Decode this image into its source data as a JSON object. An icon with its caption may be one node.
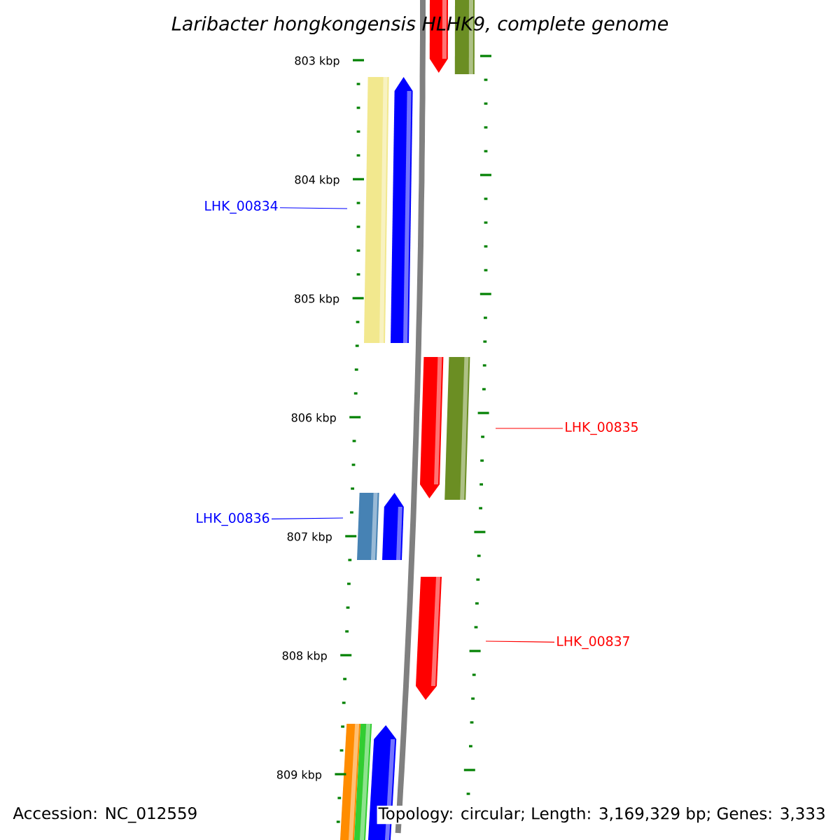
{
  "diagram": {
    "title": "Laribacter hongkongensis HLHK9, complete genome",
    "nodes": [
      {
        "text": [
          "LHK_00834"
        ]
      },
      {
        "text": [
          "LHK_00835"
        ]
      },
      {
        "text": [
          "LHK_00836"
        ]
      },
      {
        "text": [
          "LHK_00837"
        ]
      }
    ],
    "edges": [
      {
        "from": 0,
        "to": null,
        "arrow": "none",
        "color": "#0000ff"
      },
      {
        "from": 1,
        "to": null,
        "arrow": "none",
        "color": "#ff0000"
      },
      {
        "from": 2,
        "to": null,
        "arrow": "none",
        "color": "#0000ff"
      },
      {
        "from": 3,
        "to": null,
        "arrow": "none",
        "color": "#ff0000"
      }
    ],
    "labels": [
      "803 kbp",
      "804 kbp",
      "805 kbp",
      "806 kbp",
      "807 kbp",
      "808 kbp",
      "809 kbp",
      "Accession: NC_012559",
      "Topology: circular; Length: 3,169,329 bp; Genes: 3,333"
    ]
  }
}
